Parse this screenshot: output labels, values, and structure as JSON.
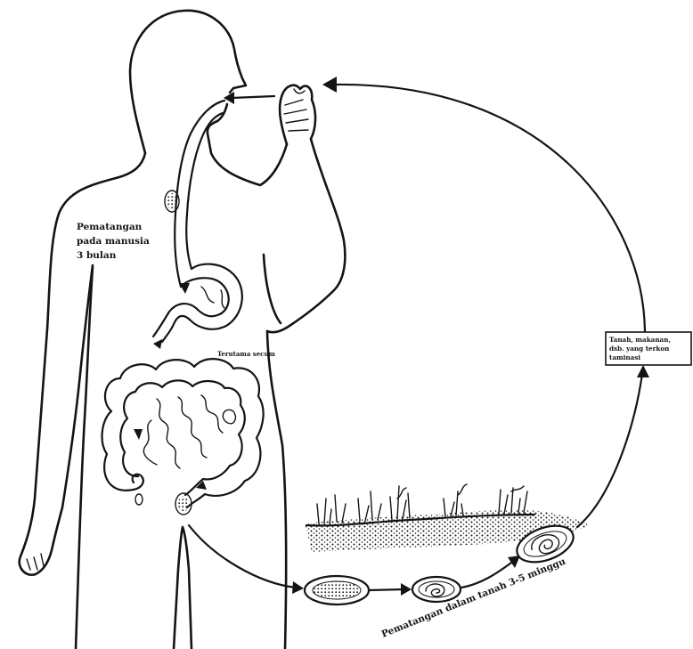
{
  "diagram": {
    "labels": {
      "human_maturation": [
        "Pematangan",
        "pada manusia",
        "3 bulan"
      ],
      "intestine_site": "Terutama secum",
      "contaminated_source": [
        "Tanah, makanan,",
        "dsb. yang terkon",
        "taminasi"
      ],
      "soil_maturation": "Pematangan dalam tanah 3-5 minggu"
    },
    "colors": {
      "ink": "#141414",
      "paper": "#ffffff"
    }
  }
}
